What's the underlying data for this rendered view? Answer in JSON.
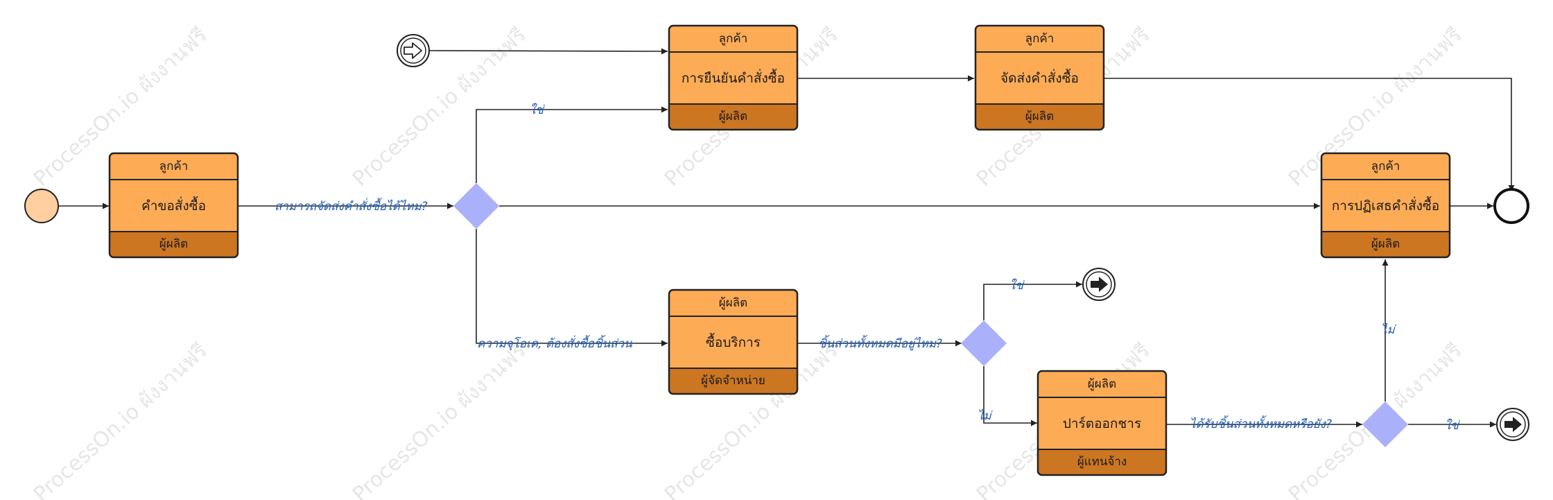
{
  "watermark": "ProcessOn.io ผังงานฟรี",
  "colors": {
    "task_fill": "#fdab55",
    "task_band": "#cc7622",
    "task_stroke": "#222222",
    "gateway": "#aab0fa",
    "start_fill": "#ffcf9f",
    "label": "#1f5bb5"
  },
  "tasks": [
    {
      "id": "t1",
      "top": "ลูกค้า",
      "name": "คำขอสั่งซื้อ",
      "bottom": "ผู้ผลิต"
    },
    {
      "id": "t2",
      "top": "ลูกค้า",
      "name": "การยืนยันคำสั่งซื้อ",
      "bottom": "ผู้ผลิต"
    },
    {
      "id": "t3",
      "top": "ลูกค้า",
      "name": "จัดส่งคำสั่งซื้อ",
      "bottom": "ผู้ผลิต"
    },
    {
      "id": "t4",
      "top": "ลูกค้า",
      "name": "การปฏิเสธคำสั่งซื้อ",
      "bottom": "ผู้ผลิต"
    },
    {
      "id": "t5",
      "top": "ผู้ผลิต",
      "name": "ซื้อบริการ",
      "bottom": "ผู้จัดจำหน่าย"
    },
    {
      "id": "t6",
      "top": "ผู้ผลิต",
      "name": "ปาร์ตออกชาร",
      "bottom": "ผู้แทนจ้าง"
    }
  ],
  "labels": {
    "can_deliver": "สามารถจัดส่งคำสั่งซื้อได้ไหม?",
    "yes_top": "ใช่",
    "need_parts": "ความจุโอเค, ต้องสั่งซื้อชิ้นส่วน",
    "all_parts_available": "ชิ้นส่วนทั้งหมดมีอยู่ไหม?",
    "yes_parts": "ใช่",
    "no_parts": "ไม่",
    "parts_received": "ได้รับชิ้นส่วนทั้งหมดหรือยัง?",
    "no_received": "ไม่",
    "yes_received": "ใช่"
  }
}
